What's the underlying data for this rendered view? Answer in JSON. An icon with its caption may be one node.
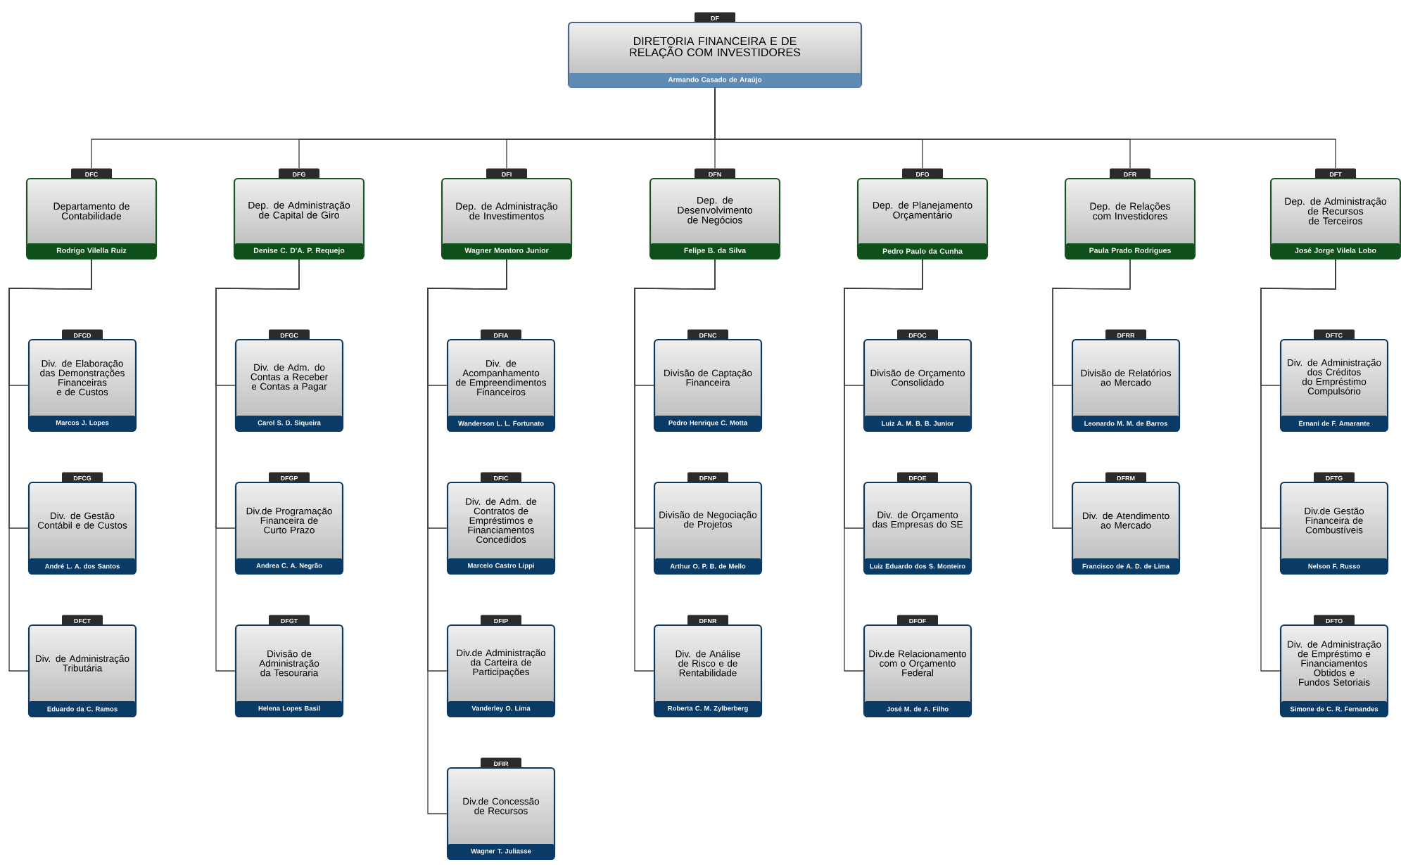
{
  "diagram": {
    "nodes": [
      {
        "text": [
          "DF",
          "DIRETORIA FINANCEIRA E DE RELAÇÃO COM INVESTIDORES",
          "Armando Casado de Araújo"
        ]
      },
      {
        "text": [
          "DFC",
          "Departamento de Contabilidade",
          "Rodrigo Vilella Ruiz"
        ]
      },
      {
        "text": [
          "DFG",
          "Dep. de Administração de Capital de Giro",
          "Denise C. D'A. P. Requejo"
        ]
      },
      {
        "text": [
          "DFI",
          "Dep. de Administração de Investimentos",
          "Wagner Montoro Junior"
        ]
      },
      {
        "text": [
          "DFN",
          "Dep. de Desenvolvimento de Negócios",
          "Felipe B. da Silva"
        ]
      },
      {
        "text": [
          "DFO",
          "Dep. de Planejamento Orçamentário",
          "Pedro Paulo da Cunha"
        ]
      },
      {
        "text": [
          "DFR",
          "Dep. de Relações com Investidores",
          "Paula Prado Rodrigues"
        ]
      },
      {
        "text": [
          "DFT",
          "Dep. de Administração de Recursos de Terceiros",
          "José Jorge Vilela Lobo"
        ]
      },
      {
        "text": [
          "DFCD",
          "Div. de Elaboração das Demonstrações Financeiras e de Custos",
          "Marcos J. Lopes"
        ]
      },
      {
        "text": [
          "DFCG",
          "Div. de Gestão Contábil e de Custos",
          "André L. A. dos Santos"
        ]
      },
      {
        "text": [
          "DFCT",
          "Div. de Administração Tributária",
          "Eduardo da C. Ramos"
        ]
      },
      {
        "text": [
          "DFGC",
          "Div. de Adm. do Contas a Receber e Contas a Pagar",
          "Carol S. D. Siqueira"
        ]
      },
      {
        "text": [
          "DFGP",
          "Div.de Programação Financeira de Curto Prazo",
          "Andrea C. A. Negrão"
        ]
      },
      {
        "text": [
          "DFGT",
          "Divisão de Administração da Tesouraria",
          "Helena Lopes Basil"
        ]
      },
      {
        "text": [
          "DFIA",
          "Div. de Acompanhamento de Empreendimentos Financeiros",
          "Wanderson L. L. Fortunato"
        ]
      },
      {
        "text": [
          "DFIC",
          "Div. de Adm. de Contratos de Empréstimos e Financiamentos Concedidos",
          "Marcelo Castro Lippi"
        ]
      },
      {
        "text": [
          "DFIP",
          "Div.de Administração da Carteira de Participações",
          "Vanderley O. Lima"
        ]
      },
      {
        "text": [
          "DFIR",
          "Div.de Concessão de Recursos",
          "Wagner T. Juliasse"
        ]
      },
      {
        "text": [
          "DFNC",
          "Divisão de Captação Financeira",
          "Pedro Henrique C. Motta"
        ]
      },
      {
        "text": [
          "DFNP",
          "Divisão de Negociação de Projetos",
          "Arthur O. P. B. de Mello"
        ]
      },
      {
        "text": [
          "DFNR",
          "Div. de Análise de Risco e de Rentabilidade",
          "Roberta C. M. Zylberberg"
        ]
      },
      {
        "text": [
          "DFOC",
          "Divisão de Orçamento Consolidado",
          "Luiz A. M. B. B. Junior"
        ]
      },
      {
        "text": [
          "DFOE",
          "Div. de Orçamento das Empresas do SE",
          "Luiz Eduardo dos S. Monteiro"
        ]
      },
      {
        "text": [
          "DFOF",
          "Div.de Relacionamento com o Orçamento Federal",
          "José M. de A. Filho"
        ]
      },
      {
        "text": [
          "DFRR",
          "Divisão de Relatórios ao Mercado",
          "Leonardo M. M. de Barros"
        ]
      },
      {
        "text": [
          "DFRM",
          "Div. de Atendimento ao Mercado",
          "Francisco de A. D. de Lima"
        ]
      },
      {
        "text": [
          "DFTC",
          "Div. de Administração dos Créditos do Empréstimo Compulsório",
          "Ernani de F. Amarante"
        ]
      },
      {
        "text": [
          "DFTG",
          "Div.de Gestão Financeira de Combustíveis",
          "Nelson F. Russo"
        ]
      },
      {
        "text": [
          "DFTO",
          "Div. de Administração de Empréstimo e Financiamentos Obtidos e Fundos Setoriais",
          "Simone de C. R. Fernandes"
        ]
      }
    ],
    "edges": [
      {
        "from": 0,
        "to": 1,
        "arrow": "none"
      },
      {
        "from": 0,
        "to": 2,
        "arrow": "none"
      },
      {
        "from": 0,
        "to": 3,
        "arrow": "none"
      },
      {
        "from": 0,
        "to": 4,
        "arrow": "none"
      },
      {
        "from": 0,
        "to": 5,
        "arrow": "none"
      },
      {
        "from": 0,
        "to": 6,
        "arrow": "none"
      },
      {
        "from": 0,
        "to": 7,
        "arrow": "none"
      },
      {
        "from": 1,
        "to": 8,
        "arrow": "none"
      },
      {
        "from": 1,
        "to": 9,
        "arrow": "none"
      },
      {
        "from": 1,
        "to": 10,
        "arrow": "none"
      },
      {
        "from": 2,
        "to": 11,
        "arrow": "none"
      },
      {
        "from": 2,
        "to": 12,
        "arrow": "none"
      },
      {
        "from": 2,
        "to": 13,
        "arrow": "none"
      },
      {
        "from": 3,
        "to": 14,
        "arrow": "none"
      },
      {
        "from": 3,
        "to": 15,
        "arrow": "none"
      },
      {
        "from": 3,
        "to": 16,
        "arrow": "none"
      },
      {
        "from": 3,
        "to": 17,
        "arrow": "none"
      },
      {
        "from": 4,
        "to": 18,
        "arrow": "none"
      },
      {
        "from": 4,
        "to": 19,
        "arrow": "none"
      },
      {
        "from": 4,
        "to": 20,
        "arrow": "none"
      },
      {
        "from": 5,
        "to": 21,
        "arrow": "none"
      },
      {
        "from": 5,
        "to": 22,
        "arrow": "none"
      },
      {
        "from": 5,
        "to": 23,
        "arrow": "none"
      },
      {
        "from": 6,
        "to": 24,
        "arrow": "none"
      },
      {
        "from": 6,
        "to": 25,
        "arrow": "none"
      },
      {
        "from": 7,
        "to": 26,
        "arrow": "none"
      },
      {
        "from": 7,
        "to": 27,
        "arrow": "none"
      },
      {
        "from": 7,
        "to": 28,
        "arrow": "none"
      }
    ]
  }
}
